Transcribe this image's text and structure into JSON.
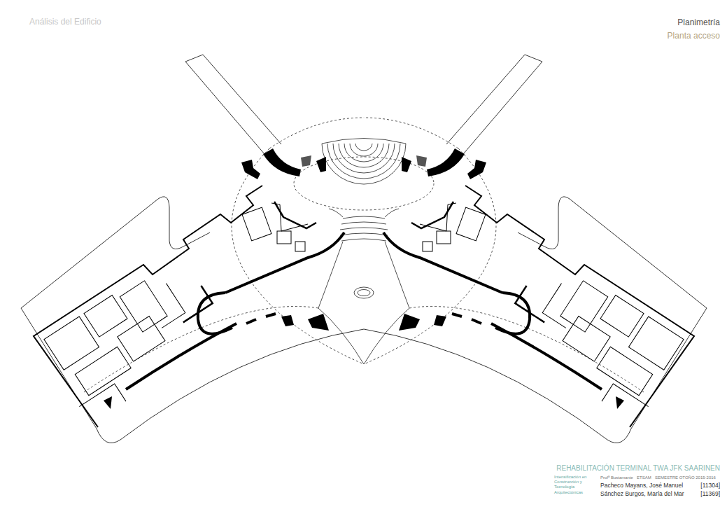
{
  "diagram": {
    "title": "REHABILITACIÓN TERMINAL TWA JFK SAARINEN",
    "labels": [
      "Análisis del Edificio",
      "Planimetría",
      "Planta acceso",
      "Intensificación en Construcción y Tecnología Arquitectónicas",
      "Profª Bustamante",
      "ETSAM",
      "SEMESTRE OTOÑO 2015-2016",
      "Pacheco Mayans, José Manuel",
      "[11304]",
      "Sánchez Burgos, María del Mar",
      "[11369]"
    ]
  }
}
